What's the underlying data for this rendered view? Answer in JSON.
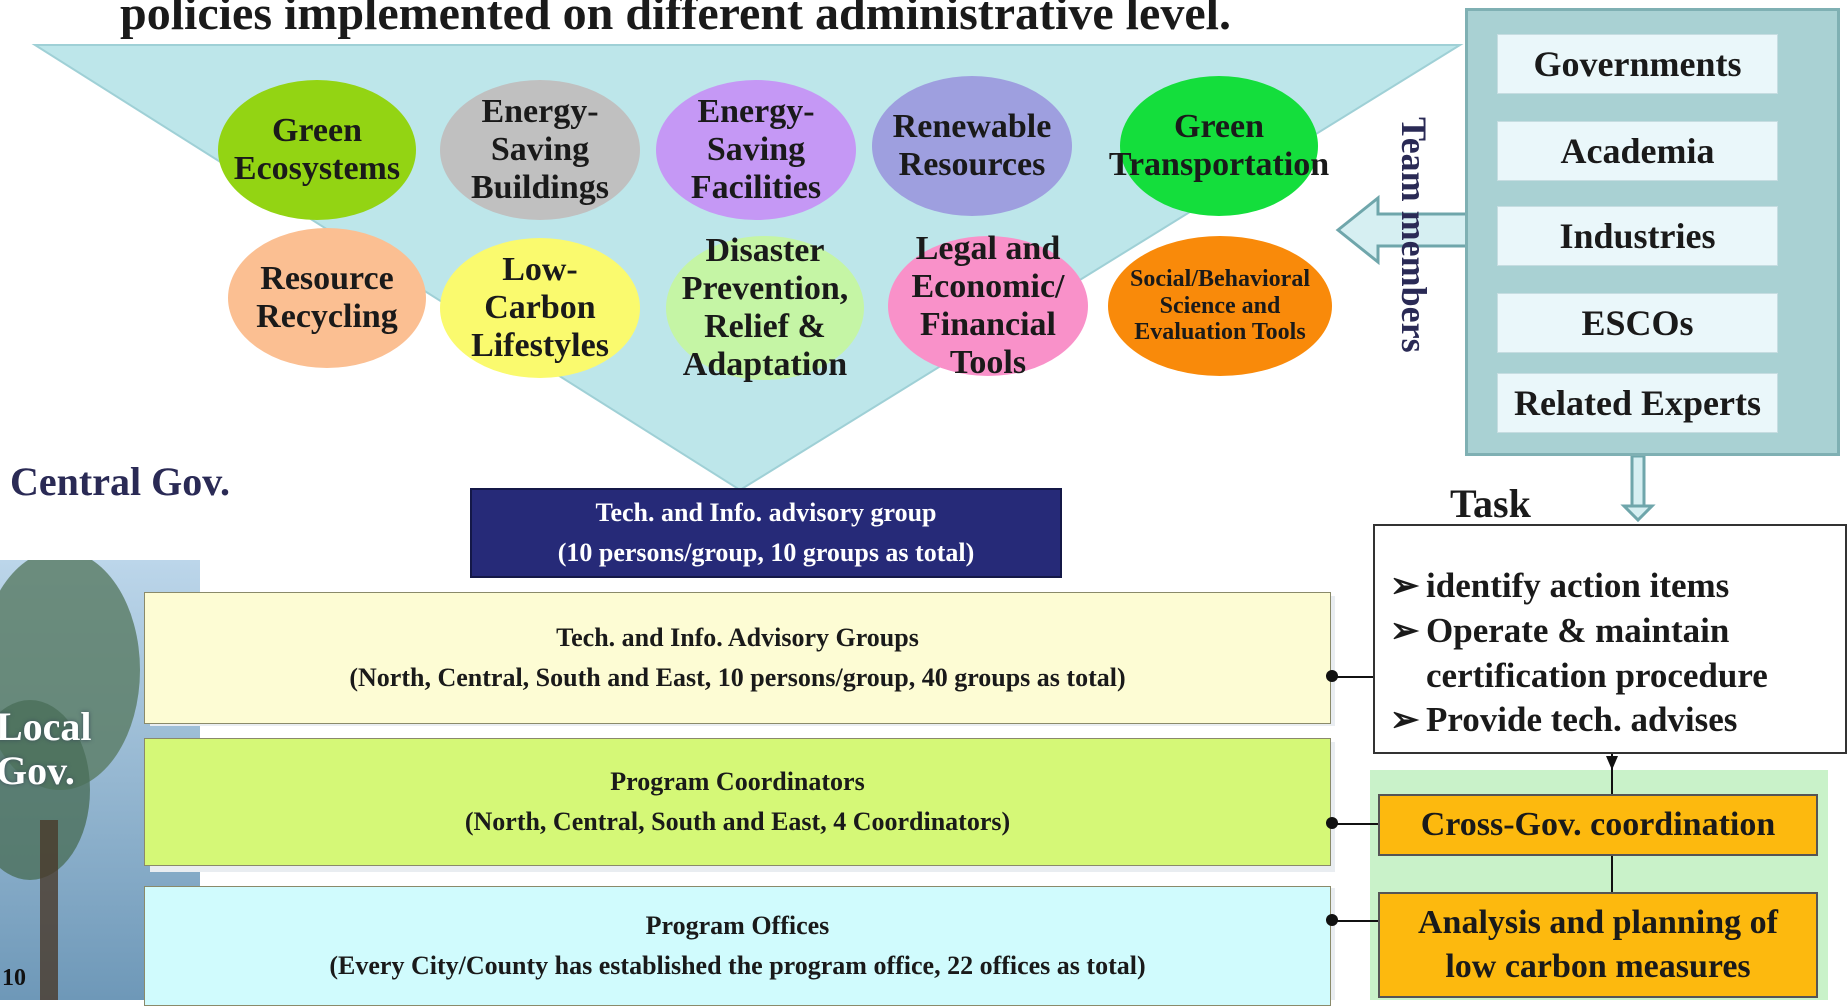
{
  "title": "policies implemented on different administrative level.",
  "measures": [
    {
      "label": "Green\nEcosystems",
      "color": "#93d413"
    },
    {
      "label": "Energy-\nSaving\nBuildings",
      "color": "#c0c0c0"
    },
    {
      "label": "Energy-\nSaving\nFacilities",
      "color": "#c598f5"
    },
    {
      "label": "Renewable\nResources",
      "color": "#9e9fdf"
    },
    {
      "label": "Green\nTransportation",
      "color": "#14de3c"
    },
    {
      "label": "Resource\nRecycling",
      "color": "#fbbf92"
    },
    {
      "label": "Low-\nCarbon\nLifestyles",
      "color": "#fafa6e"
    },
    {
      "label": "Disaster\nPrevention,\nRelief &\nAdaptation",
      "color": "#c5f5a5"
    },
    {
      "label": "Legal and\nEconomic/\nFinancial Tools",
      "color": "#f991c9"
    },
    {
      "label": "Social/Behavioral\nScience and\nEvaluation Tools",
      "color": "#f98a0a"
    }
  ],
  "team": {
    "label": "Team members",
    "members": [
      "Governments",
      "Academia",
      "Industries",
      "ESCOs",
      "Related Experts"
    ]
  },
  "levels": {
    "central": "Central Gov.",
    "local": "Local\nGov."
  },
  "national_group": {
    "name": "Tech. and Info. advisory group",
    "detail": "(10 persons/group, 10 groups as total)"
  },
  "bands": [
    {
      "name": "Tech. and Info. Advisory Groups",
      "detail": "(North, Central, South and East, 10 persons/group, 40 groups as total)",
      "color": "#fdfcd4"
    },
    {
      "name": "Program Coordinators",
      "detail": "(North, Central, South and East, 4 Coordinators)",
      "color": "#d5f877"
    },
    {
      "name": "Program Offices",
      "detail": "(Every City/County has established the program office, 22 offices as total)",
      "color": "#d0fbfd"
    }
  ],
  "task": {
    "label": "Task",
    "items": [
      "identify action items",
      "Operate & maintain\ncertification procedure",
      "Provide tech. advises"
    ],
    "bullet": "➢"
  },
  "roles": [
    "Cross-Gov. coordination",
    "Analysis and planning of\nlow carbon measures"
  ],
  "page_number": "10"
}
